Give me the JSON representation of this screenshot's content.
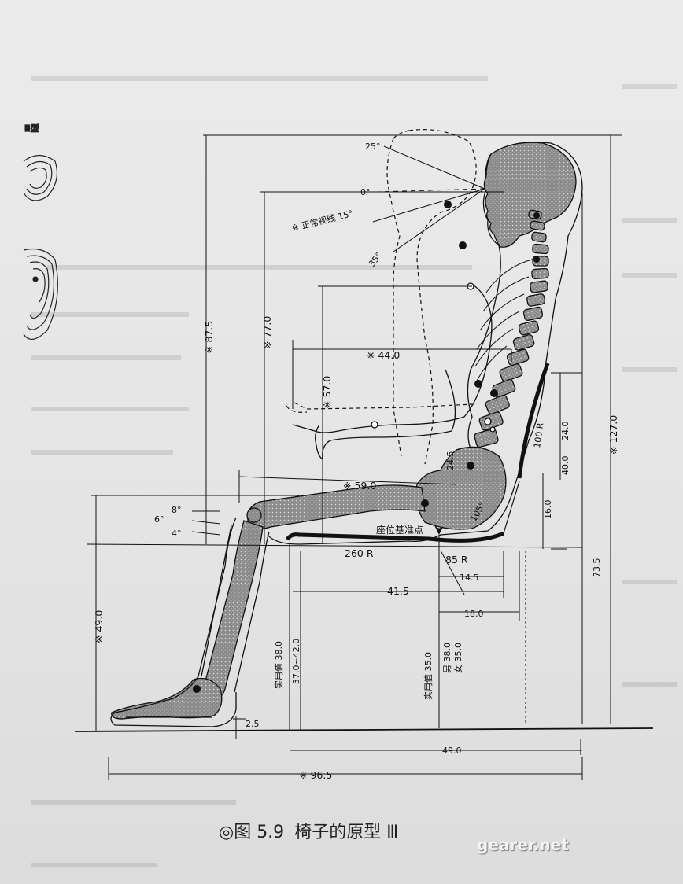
{
  "figure": {
    "type_label": "Ⅲ型",
    "angles": {
      "a25": "25°",
      "a0": "0°",
      "a15": "※ 正常视线 15°",
      "a35": "35°"
    },
    "dims": {
      "d87_5": "※ 87.5",
      "d77_0": "※ 77.0",
      "d57_0": "※ 57.0",
      "d44_0": "※ 44.0",
      "d59_0": "※ 59.0",
      "d127_0": "※ 127.0",
      "d24_0": "24.0",
      "d40_0": "40.0",
      "d100r": "100 R",
      "d16_0": "16.0",
      "d73_5": "73.5",
      "d24_5": "24.5",
      "d105": "105°",
      "d8": "8°",
      "d6": "6°",
      "d4": "4°",
      "d260r": "260 R",
      "d85r": "85 R",
      "d14_5": "14.5",
      "d41_5": "41.5",
      "d18_0": "18.0",
      "d49_0v": "※ 49.0",
      "d38_0": "实用值 38.0",
      "d37_42": "37.0~42.0",
      "d35_0": "实用值 35.0",
      "d_male": "男 38.0",
      "d_female": "女 35.0",
      "d2_5": "2.5",
      "d49_0h": "49.0",
      "d96_5": "※ 96.5"
    },
    "seat_reference": "座位基准点"
  },
  "caption": {
    "prefix": "◎图 5.9",
    "title": "椅子的原型 Ⅲ"
  },
  "watermark": "gearer.net"
}
